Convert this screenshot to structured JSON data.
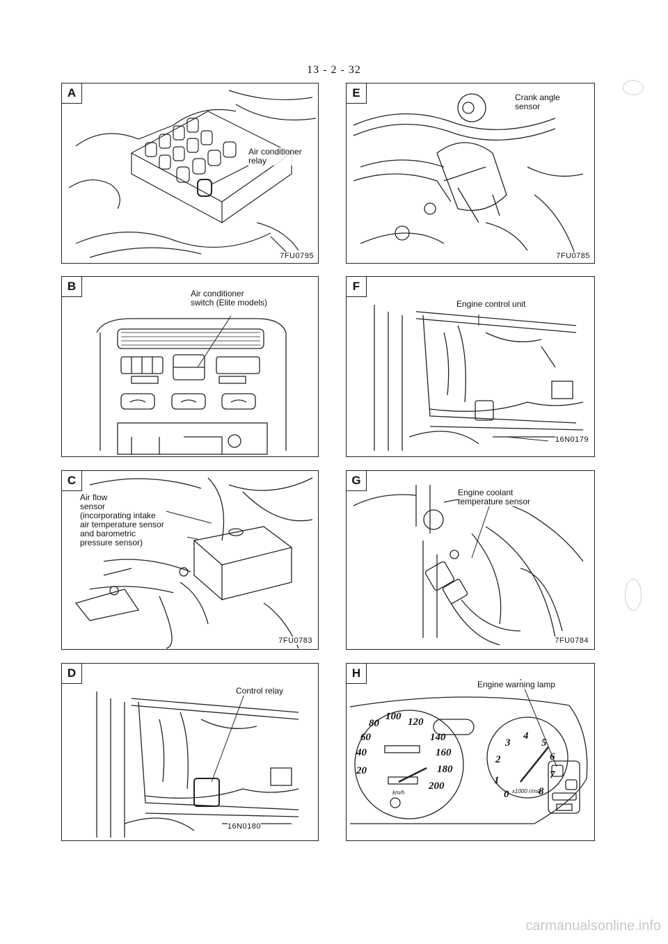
{
  "page_number": "13 - 2 - 32",
  "panels": {
    "A": {
      "tag": "A",
      "label": "Air conditioner\nrelay",
      "code": "7FU0795"
    },
    "B": {
      "tag": "B",
      "label": "Air conditioner\nswitch (Elite models)"
    },
    "C": {
      "tag": "C",
      "label": "Air flow\nsensor\n(incorporating intake\nair temperature sensor\nand barometric\npressure sensor)",
      "code": "7FU0783"
    },
    "D": {
      "tag": "D",
      "label": "Control relay",
      "code": "16N0180"
    },
    "E": {
      "tag": "E",
      "label": "Crank angle\nsensor",
      "code": "7FU0785"
    },
    "F": {
      "tag": "F",
      "label": "Engine control unit",
      "code": "16N0179"
    },
    "G": {
      "tag": "G",
      "label": "Engine coolant\ntemperature sensor",
      "code": "7FU0784"
    },
    "H": {
      "tag": "H",
      "label": "Engine warning lamp"
    }
  },
  "speedometer": {
    "ticks": [
      "60",
      "80",
      "100",
      "120",
      "140",
      "160",
      "180",
      "200",
      "40",
      "20"
    ],
    "unit": "km/h"
  },
  "tachometer": {
    "ticks": [
      "1",
      "2",
      "3",
      "4",
      "5",
      "6",
      "7",
      "8",
      "0"
    ],
    "unit": "x1000 r/min"
  },
  "watermark": "carmanualsonline.info"
}
